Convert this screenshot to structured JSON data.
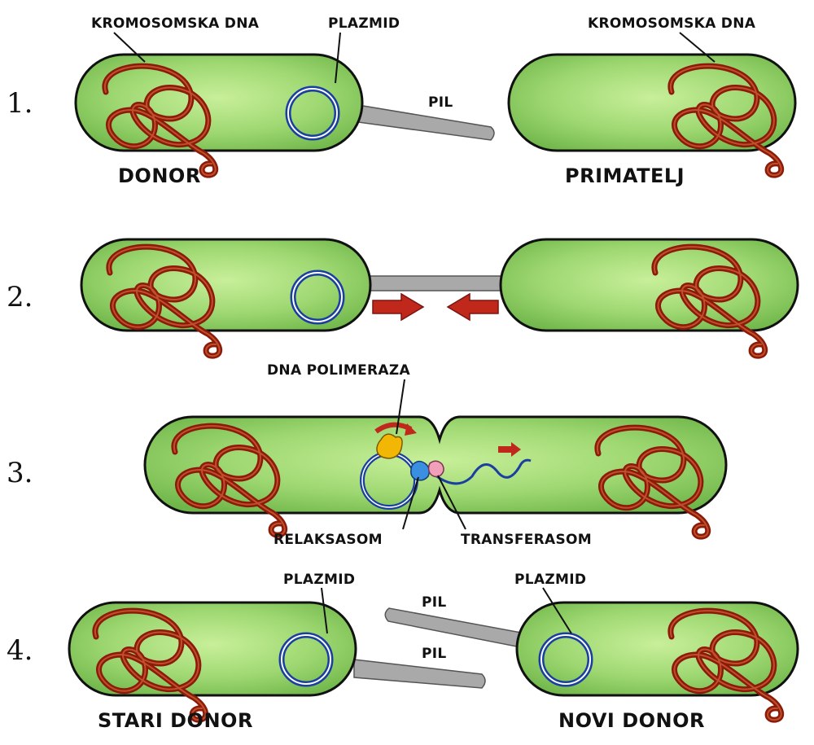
{
  "steps": [
    {
      "number": "1."
    },
    {
      "number": "2."
    },
    {
      "number": "3."
    },
    {
      "number": "4."
    }
  ],
  "labels": {
    "chromosomal_dna_left": "KROMOSOMSKA DNA",
    "plasmid_step1": "PLAZMID",
    "chromosomal_dna_right": "KROMOSOMSKA DNA",
    "pilus_step1": "PIL",
    "donor": "DONOR",
    "recipient": "PRIMATELJ",
    "dna_polymerase": "DNA POLIMERAZA",
    "relaxosome": "RELAKSASOM",
    "transferasome": "TRANSFERASOM",
    "plasmid_step4_left": "PLAZMID",
    "plasmid_step4_right": "PLAZMID",
    "pilus_step4_top": "PIL",
    "pilus_step4_bottom": "PIL",
    "old_donor": "STARI DONOR",
    "new_donor": "NOVI DONOR"
  },
  "colors": {
    "cell_center": "#c8ef9a",
    "cell_edge": "#6fb64a",
    "chromosomal_dna": "#8b1a0a",
    "plasmid": "#1a3fa0",
    "pilus": "#a9a9a9",
    "arrow": "#c0281c",
    "polymerase": "#f2b705",
    "relaxosome": "#3a8fe0",
    "transferasome": "#f0a0b8"
  },
  "icons": {
    "chromosome": "tangled-loop-icon",
    "plasmid": "double-ring-icon",
    "arrow": "block-arrow-icon"
  }
}
